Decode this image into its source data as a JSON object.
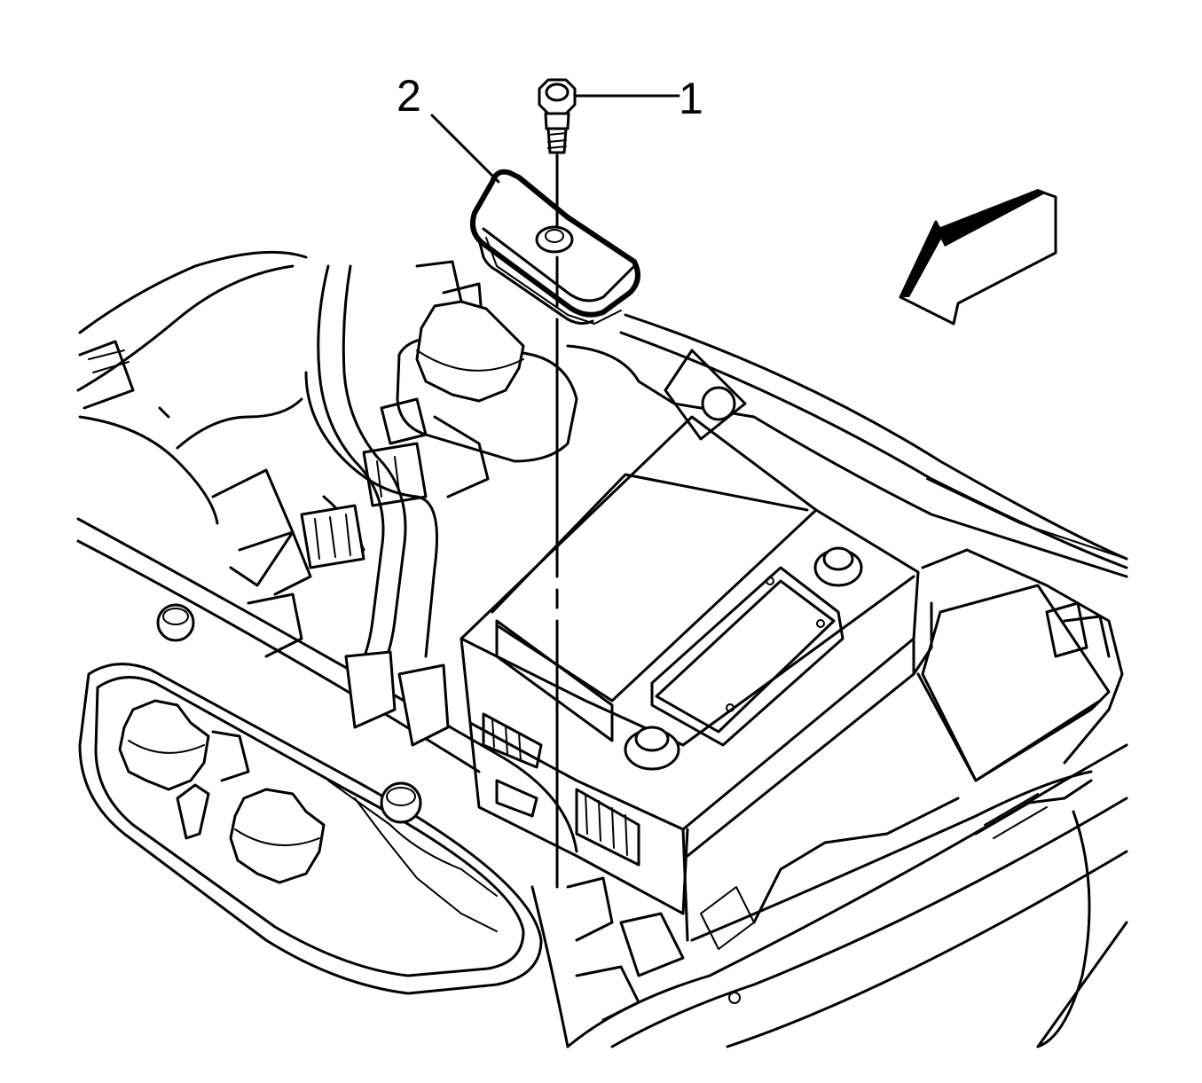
{
  "callouts": [
    {
      "number": "1",
      "part": "bolt"
    },
    {
      "number": "2",
      "part": "bracket"
    }
  ],
  "colors": {
    "line": "#000000",
    "background": "#ffffff"
  },
  "icons": {
    "direction_arrow": "arrow-front-of-vehicle-icon"
  }
}
